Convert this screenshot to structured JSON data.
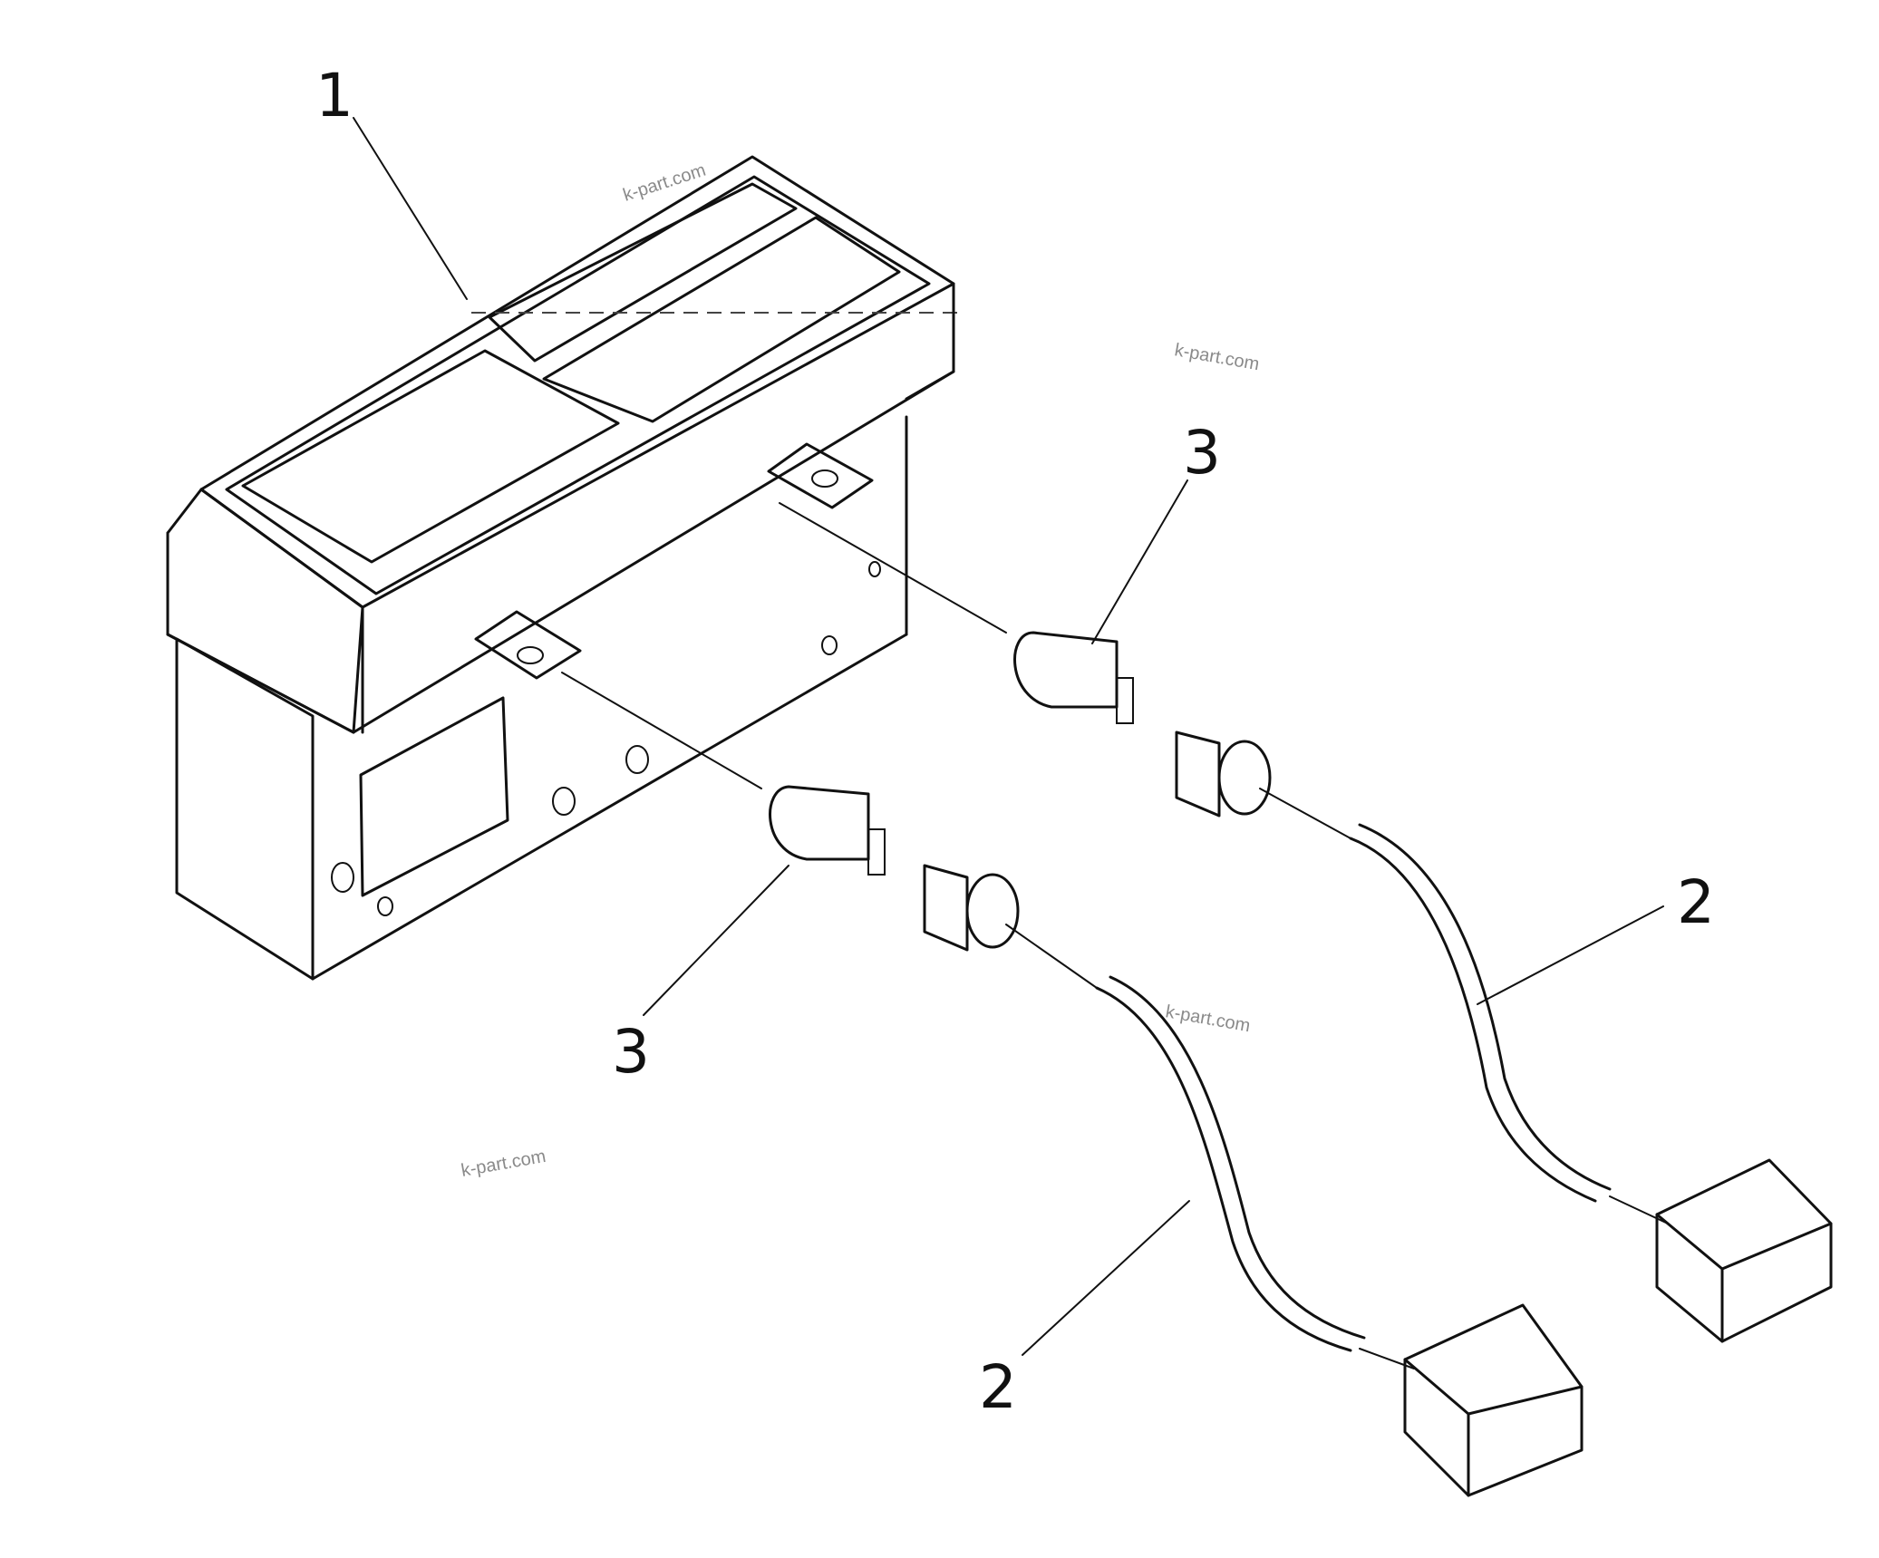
{
  "diagram": {
    "callouts": {
      "item1": "1",
      "item2_right": "2",
      "item2_left": "2",
      "item3_upper": "3",
      "item3_lower": "3"
    },
    "watermarks": [
      "k-part.com",
      "k-part.com",
      "k-part.com",
      "k-part.com"
    ]
  }
}
